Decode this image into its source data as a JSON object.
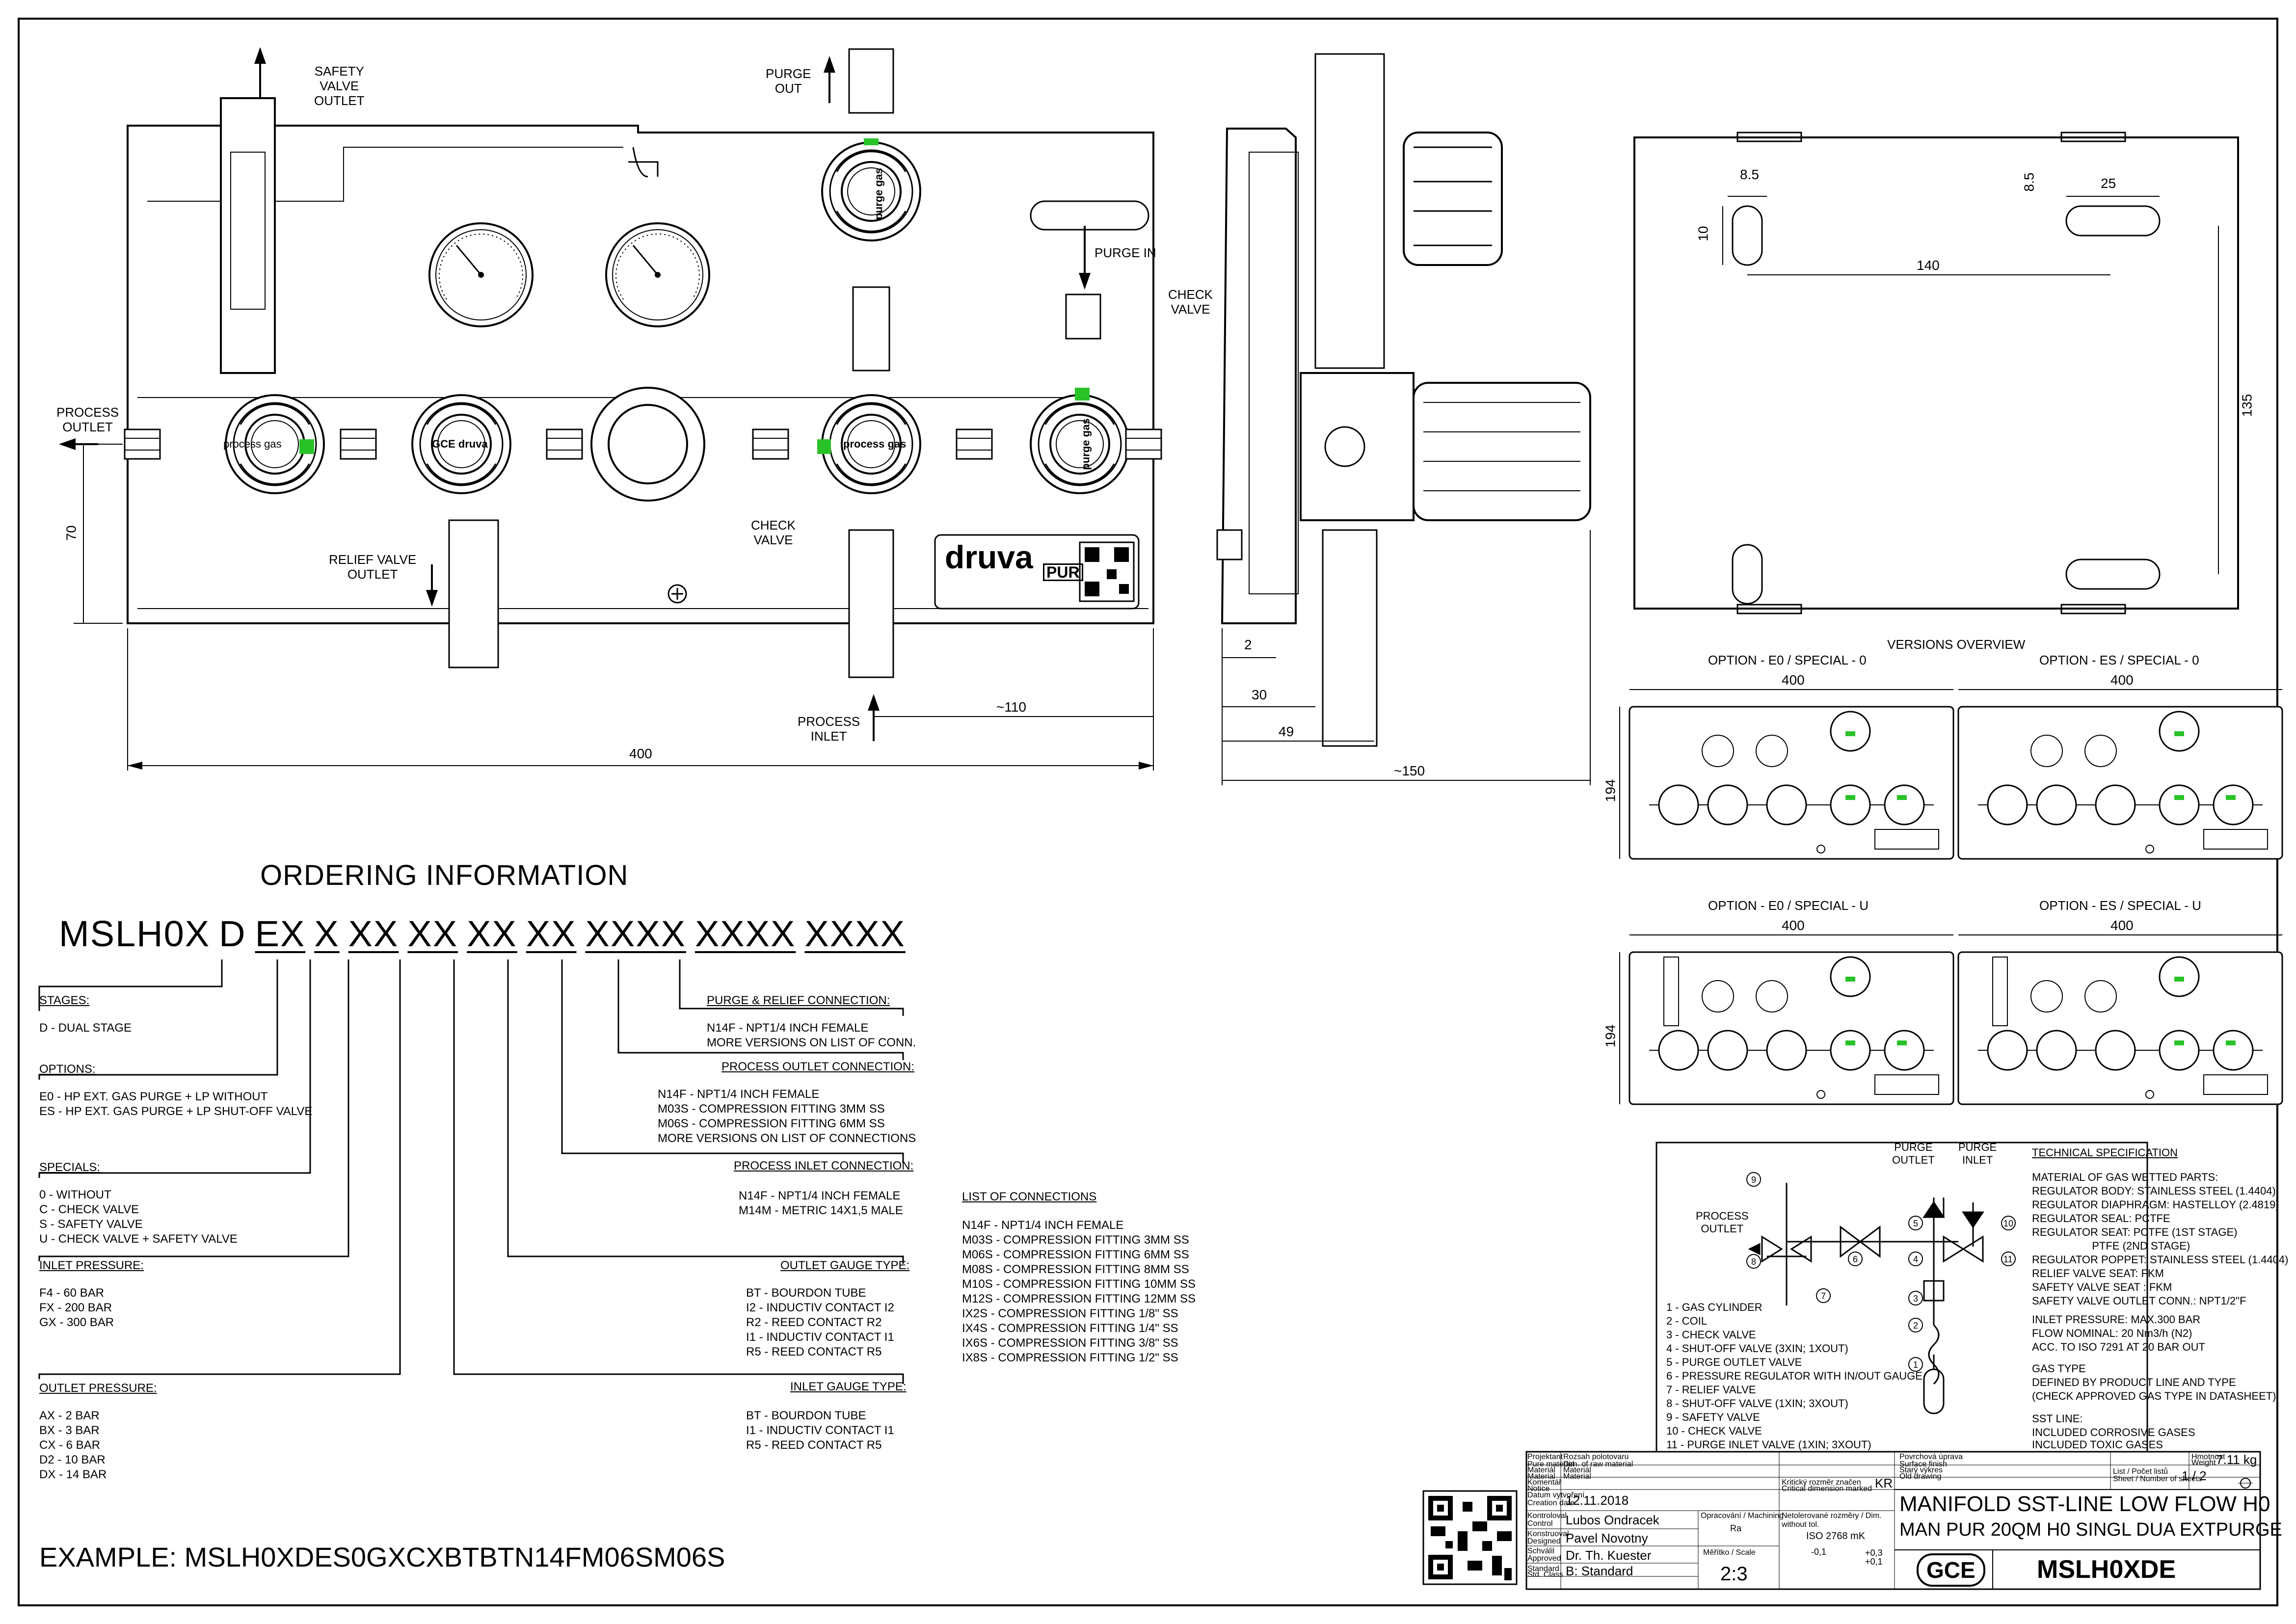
{
  "drawing": {
    "labels": {
      "safety_valve_outlet": [
        "SAFETY",
        "VALVE",
        "OUTLET"
      ],
      "purge_out": [
        "PURGE",
        "OUT"
      ],
      "purge_in": "PURGE IN",
      "check_valve_top": [
        "CHECK",
        "VALVE"
      ],
      "process_outlet": [
        "PROCESS",
        "OUTLET"
      ],
      "relief_valve_outlet": [
        "RELIEF VALVE",
        "OUTLET"
      ],
      "check_valve_bottom": [
        "CHECK",
        "VALVE"
      ],
      "process_inlet": [
        "PROCESS",
        "INLET"
      ],
      "regulator_text_1": "process gas",
      "regulator_text_2": "process gas",
      "regulator_text_3": "purge gas",
      "regulator_text_4": "purge gas",
      "brand_badge": "druva",
      "brand_badge_sub": "PUR",
      "goc_small": "GCE druva"
    },
    "dimensions": {
      "front_width": "400",
      "front_height": "70",
      "front_inlet": "~110",
      "side_2": "2",
      "side_30": "30",
      "side_49": "49",
      "side_150": "~150",
      "back_85a": "8.5",
      "back_85b": "8.5",
      "back_10": "10",
      "back_25": "25",
      "back_140": "140",
      "back_135": "135"
    },
    "versions": {
      "title": "VERSIONS OVERVIEW",
      "items": [
        {
          "name": "OPTION - E0 / SPECIAL - 0",
          "width": "400",
          "height": "194"
        },
        {
          "name": "OPTION - ES / SPECIAL - 0",
          "width": "400",
          "height": ""
        },
        {
          "name": "OPTION - E0 / SPECIAL - U",
          "width": "400",
          "height": "194"
        },
        {
          "name": "OPTION - ES / SPECIAL - U",
          "width": "400",
          "height": ""
        }
      ]
    }
  },
  "ordering": {
    "title": "ORDERING INFORMATION",
    "code_parts": [
      "MSLH0X",
      "D",
      "EX",
      "X",
      "XX",
      "XX",
      "XX",
      "XX",
      "XXXX",
      "XXXX",
      "XXXX"
    ],
    "left_sections": [
      {
        "title": "STAGES:",
        "lines": [
          "D - DUAL STAGE"
        ]
      },
      {
        "title": "OPTIONS:",
        "lines": [
          "E0 - HP EXT. GAS PURGE + LP WITHOUT",
          "ES - HP EXT. GAS PURGE + LP SHUT-OFF VALVE"
        ]
      },
      {
        "title": "SPECIALS:",
        "lines": [
          "0 - WITHOUT",
          "C - CHECK VALVE",
          "S - SAFETY VALVE",
          "U - CHECK VALVE + SAFETY VALVE"
        ]
      },
      {
        "title": "INLET PRESSURE:",
        "lines": [
          "F4 - 60 BAR",
          "FX - 200 BAR",
          "GX - 300 BAR"
        ]
      },
      {
        "title": "OUTLET PRESSURE:",
        "lines": [
          "AX - 2 BAR",
          "BX - 3 BAR",
          "CX - 6 BAR",
          "D2 - 10 BAR",
          "DX - 14 BAR"
        ]
      }
    ],
    "right_sections": [
      {
        "title": "PURGE & RELIEF CONNECTION:",
        "lines": [
          "N14F - NPT1/4 INCH FEMALE",
          "MORE VERSIONS ON LIST OF CONN."
        ]
      },
      {
        "title": "PROCESS OUTLET CONNECTION:",
        "lines": [
          "N14F - NPT1/4 INCH FEMALE",
          "M03S - COMPRESSION FITTING 3MM SS",
          "M06S - COMPRESSION FITTING 6MM SS",
          "MORE VERSIONS ON LIST OF CONNECTIONS"
        ]
      },
      {
        "title": "PROCESS INLET CONNECTION:",
        "lines": [
          "N14F - NPT1/4 INCH FEMALE",
          "M14M - METRIC 14X1,5 MALE"
        ]
      },
      {
        "title": "OUTLET GAUGE TYPE:",
        "lines": [
          "BT - BOURDON TUBE",
          "I2 - INDUCTIV CONTACT I2",
          "R2 - REED CONTACT R2",
          "I1 - INDUCTIV CONTACT I1",
          "R5 - REED CONTACT R5"
        ]
      },
      {
        "title": "INLET GAUGE TYPE:",
        "lines": [
          "BT - BOURDON TUBE",
          "I1 - INDUCTIV CONTACT I1",
          "R5 - REED CONTACT R5"
        ]
      }
    ],
    "connections": {
      "title": "LIST OF CONNECTIONS",
      "lines": [
        "N14F - NPT1/4 INCH FEMALE",
        "M03S - COMPRESSION FITTING 3MM SS",
        "M06S - COMPRESSION FITTING 6MM SS",
        "M08S - COMPRESSION FITTING 8MM SS",
        "M10S - COMPRESSION FITTING 10MM SS",
        "M12S - COMPRESSION FITTING 12MM SS",
        "IX2S - COMPRESSION FITTING 1/8\" SS",
        "IX4S - COMPRESSION FITTING 1/4\" SS",
        "IX6S - COMPRESSION FITTING 3/8\" SS",
        "IX8S - COMPRESSION FITTING 1/2\" SS"
      ]
    },
    "example": "EXAMPLE: MSLH0XDES0GXCXBTBTN14FM06SM06S"
  },
  "schematic": {
    "purge_outlet": [
      "PURGE",
      "OUTLET"
    ],
    "purge_inlet": [
      "PURGE",
      "INLET"
    ],
    "process_outlet": [
      "PROCESS",
      "OUTLET"
    ],
    "legend": [
      "1 - GAS CYLINDER",
      "2 - COIL",
      "3 - CHECK VALVE",
      "4 - SHUT-OFF VALVE (3XIN; 1XOUT)",
      "5 - PURGE OUTLET VALVE",
      "6 - PRESSURE REGULATOR WITH IN/OUT GAUGE",
      "7 - RELIEF VALVE",
      "8 - SHUT-OFF VALVE (1XIN; 3XOUT)",
      "9 - SAFETY VALVE",
      "10 - CHECK VALVE",
      "11 - PURGE INLET VALVE (1XIN; 3XOUT)"
    ],
    "nodes": [
      "1",
      "2",
      "3",
      "4",
      "5",
      "6",
      "7",
      "8",
      "9",
      "10",
      "11"
    ]
  },
  "spec": {
    "title": "TECHNICAL SPECIFICATION",
    "lines": [
      "MATERIAL OF GAS WETTED PARTS:",
      "REGULATOR BODY: STAINLESS STEEL (1.4404)",
      "REGULATOR DIAPHRAGM: HASTELLOY (2.4819)",
      "REGULATOR SEAL: PCTFE",
      "REGULATOR SEAT: PCTFE (1ST STAGE)",
      "                    PTFE (2ND STAGE)",
      "REGULATOR POPPET: STAINLESS STEEL (1.4404)",
      "RELIEF VALVE SEAT: FKM",
      "SAFETY VALVE SEAT : FKM",
      "SAFETY VALVE  OUTLET CONN.: NPT1/2\"F",
      "",
      "INLET PRESSURE: MAX.300 BAR",
      "FLOW NOMINAL: 20 Nm3/h (N2)",
      "ACC. TO ISO 7291 AT 20 BAR OUT",
      "",
      "GAS TYPE",
      "DEFINED BY PRODUCT LINE AND TYPE",
      "(CHECK APPROVED GAS TYPE IN DATASHEET)",
      "",
      "SST LINE:",
      "INCLUDED CORROSIVE GASES",
      "INCLUDED TOXIC GASES"
    ]
  },
  "title_block": {
    "creator_lbl": "Projektant",
    "creator_lbl2": "Pure material",
    "material_lbl": "Materiál",
    "material_lbl2": "Material",
    "comment_lbl": "Komentář",
    "comment_lbl2": "Notice",
    "date_lbl": "Datum vytvoření",
    "date_lbl2": "Creation date",
    "date": "12.11.2018",
    "control_lbl": "Kontroloval",
    "control_lbl2": "Control",
    "control": "Lubos Ondracek",
    "designed_lbl": "Konstruoval",
    "designed_lbl2": "Designed",
    "designed": "Pavel Novotny",
    "approved_lbl": "Schválil",
    "approved_lbl2": "Approved",
    "approved": "Dr. Th. Kuester",
    "std_lbl": "Standard",
    "std_lbl2": "Std. Class",
    "std": "B: Standard",
    "dim_lbl": "Rozsah polotovaru",
    "dim_lbl2": "Dim. of raw material",
    "mat2_lbl": "Materiál",
    "mat2_lbl2": "Material",
    "critical_lbl": "Kritický rozměr značen",
    "critical_lbl2": "Critical dimension marked",
    "critical": "KR",
    "old_lbl": "Starý výkres",
    "old_lbl2": "Old drawing",
    "surf_lbl": "Povrchová úprava",
    "surf_lbl2": "Surface finish",
    "weight_lbl": "Hmotnost",
    "weight_lbl2": "Weight",
    "weight": "7.11 kg",
    "sheet_lbl": "List / Počet listů",
    "sheet_lbl2": "Sheet / Number of sheets",
    "sheet": "1 / 2",
    "roughness_lbl": "Opracování / Machining",
    "roughness": "Ra",
    "tol_lbl": "Netolerované rozměry / Dim. without tol.",
    "tol": "ISO 2768 mK",
    "tol_a": "-0,1",
    "tol_b": "+0,3",
    "tol_c": "+0,1",
    "scale_lbl": "Měřítko / Scale",
    "scale": "2:3",
    "title1": "MANIFOLD SST-LINE LOW FLOW H0",
    "title2": "MAN PUR 20QM H0 SINGL DUA EXTPURGE",
    "logo": "GCE",
    "part_no": "MSLH0XDE"
  }
}
